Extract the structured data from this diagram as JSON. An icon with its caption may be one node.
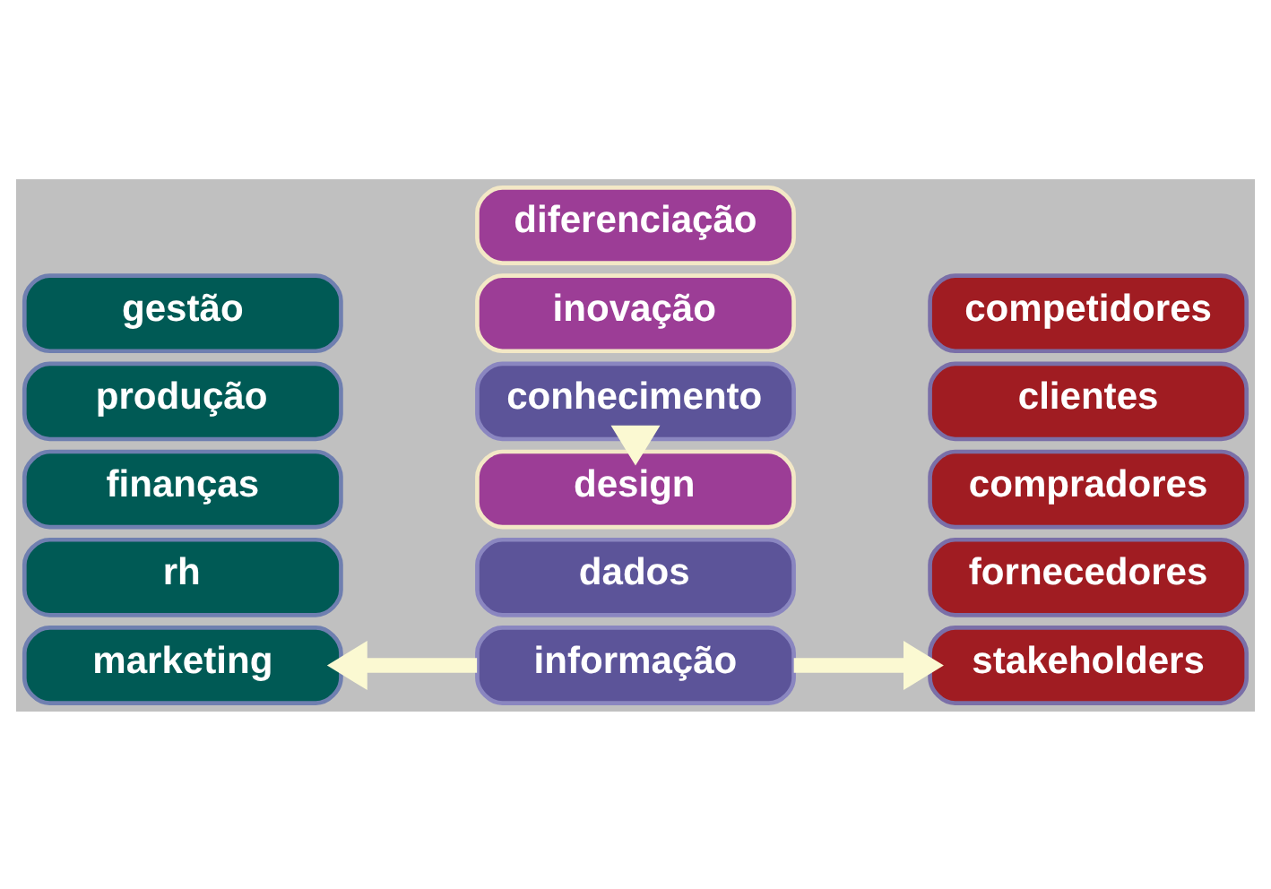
{
  "diagram": {
    "nodes": [
      {
        "text": [
          "marketing"
        ]
      },
      {
        "text": [
          "rh"
        ]
      },
      {
        "text": [
          "finanças"
        ]
      },
      {
        "text": [
          "produção"
        ]
      },
      {
        "text": [
          "gestão"
        ]
      },
      {
        "text": [
          "dados"
        ]
      },
      {
        "text": [
          "informação"
        ]
      },
      {
        "text": [
          "conhecimento"
        ]
      },
      {
        "text": [
          "stakeholders"
        ]
      },
      {
        "text": [
          "fornecedores"
        ]
      },
      {
        "text": [
          "compradores"
        ]
      },
      {
        "text": [
          "clientes"
        ]
      },
      {
        "text": [
          "competidores"
        ]
      },
      {
        "text": [
          "design"
        ]
      },
      {
        "text": [
          "inovação"
        ]
      },
      {
        "text": [
          "diferenciação"
        ]
      }
    ],
    "edges": [
      {
        "from": 6,
        "to": 0,
        "arrow": "to"
      },
      {
        "from": 6,
        "to": 8,
        "arrow": "to"
      },
      {
        "from": 7,
        "to": 13,
        "arrow": "to"
      }
    ]
  }
}
